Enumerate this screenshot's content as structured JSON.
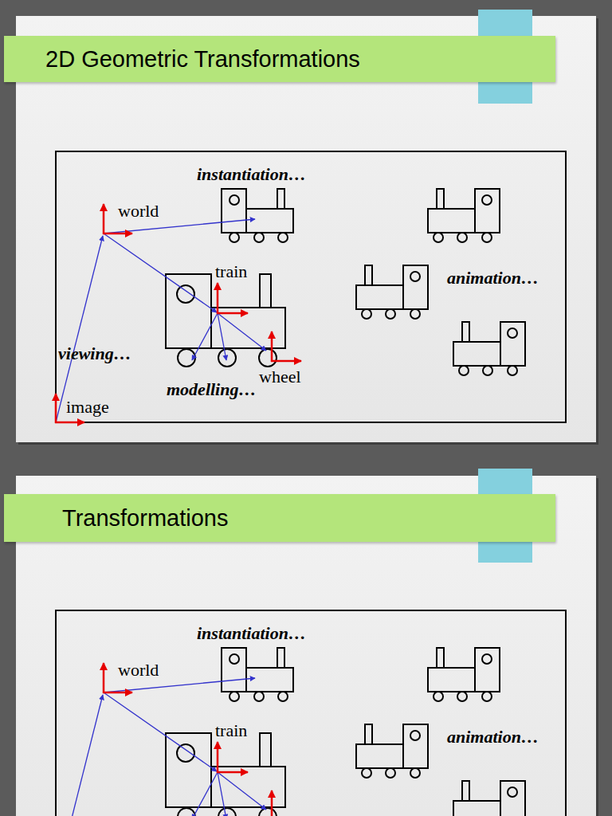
{
  "diagram": {
    "nodes": [
      {
        "text": [
          "2D Geometric Transformations"
        ]
      },
      {
        "text": [
          "Transformations"
        ]
      }
    ],
    "labels": [
      "instantiation…",
      "world",
      "train",
      "animation…",
      "viewing…",
      "modelling…",
      "wheel",
      "image",
      "instantiation…",
      "world",
      "train",
      "animation…"
    ]
  }
}
